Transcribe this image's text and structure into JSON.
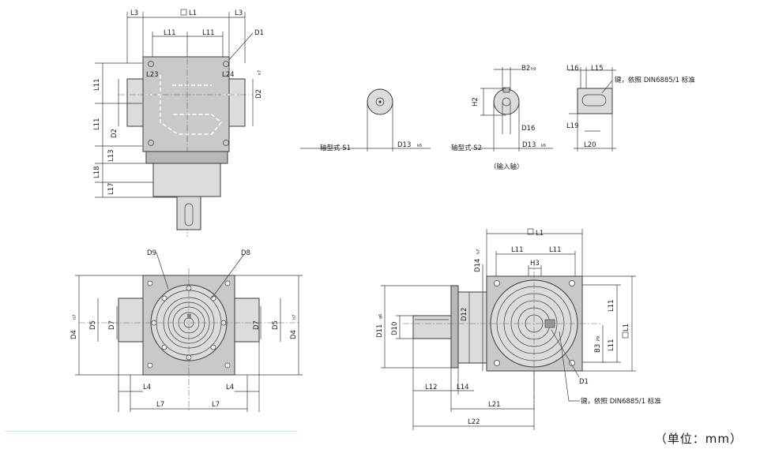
{
  "labels": {
    "L1": "L1",
    "L3": "L3",
    "L11": "L11",
    "D1": "D1",
    "L23": "L23",
    "L24": "L24",
    "D2": "D2",
    "D2sub": "k7",
    "L13": "L13",
    "L18": "L18",
    "L17": "L17",
    "D13": "D13",
    "D13sub": "k6",
    "S1": "轴型式 S1",
    "S2": "轴型式 S2",
    "input_shaft": "（输入轴）",
    "B2": "B2",
    "B2sub": "h9",
    "H2": "H2",
    "D16": "D16",
    "L16": "L16",
    "L15": "L15",
    "L19": "L19",
    "L20": "L20",
    "key_note": "键，依照 DIN6885/1 标准",
    "D9": "D9",
    "D8": "D8",
    "D5": "D5",
    "D7": "D7",
    "D4": "D4",
    "D4sub": "h7",
    "L4": "L4",
    "L7": "L7",
    "D14": "D14",
    "D14sub": "h7",
    "H3": "H3",
    "D11": "D11",
    "D11sub": "g6",
    "D10": "D10",
    "D12": "D12",
    "B3": "B3",
    "B3sub": "P9",
    "L12": "L12",
    "L14": "L14",
    "L21": "L21",
    "L22": "L22"
  },
  "unit": "（单位：mm）"
}
